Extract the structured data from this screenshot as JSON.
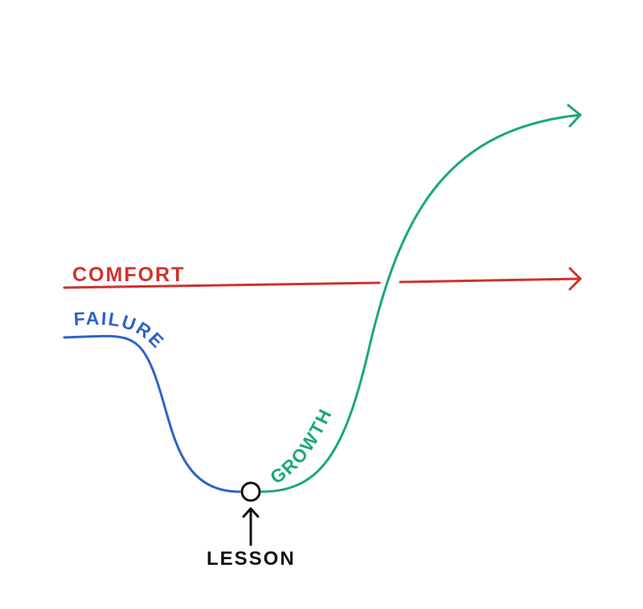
{
  "labels": {
    "comfort": "COMFORT",
    "failure": "FAILURE",
    "growth": "GROWTH",
    "lesson": "LESSON"
  },
  "colors": {
    "comfort": "#d0312d",
    "failure": "#2d62c8",
    "growth": "#1aa978",
    "lesson": "#111111",
    "background": "#ffffff"
  }
}
